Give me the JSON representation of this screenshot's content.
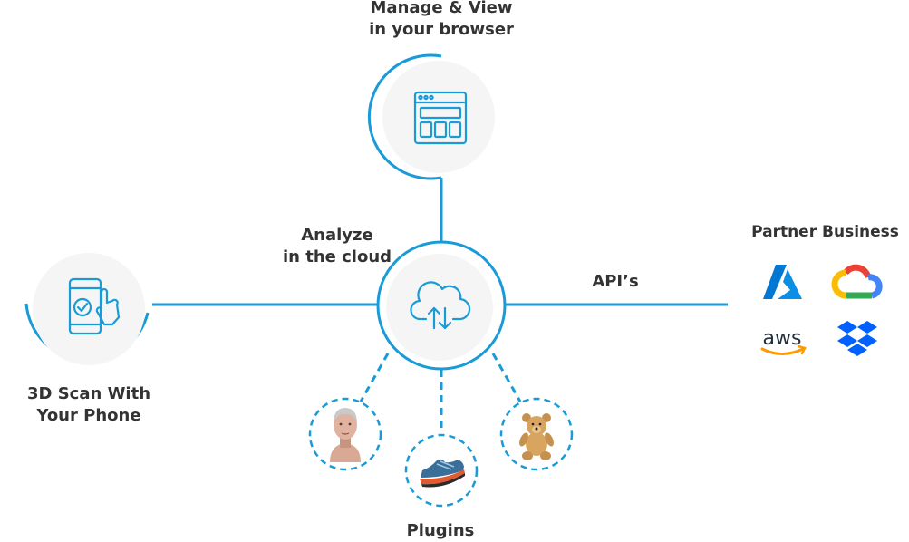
{
  "colors": {
    "accent": "#1a9bd7",
    "text": "#333333",
    "node_fill": "#f5f5f5",
    "azure": "#0078d4",
    "dropbox": "#0061ff",
    "aws_text": "#232f3e",
    "aws_smile": "#ff9900"
  },
  "nodes": {
    "browser": {
      "line1": "Manage & View",
      "line2": "in your browser",
      "icon": "browser-window-icon"
    },
    "cloud": {
      "line1": "Analyze",
      "line2": "in the cloud",
      "icon": "cloud-sync-icon"
    },
    "phone": {
      "line1": "3D Scan With",
      "line2": "Your Phone",
      "icon": "phone-tap-icon"
    }
  },
  "connections": {
    "api_label": "API’s"
  },
  "partner": {
    "title": "Partner Business",
    "logos": [
      "azure-logo",
      "google-cloud-logo",
      "aws-logo",
      "dropbox-logo"
    ],
    "aws_text": "aws"
  },
  "plugins": {
    "label": "Plugins",
    "items": [
      "face-scan-thumbnail",
      "sneaker-thumbnail",
      "teddy-bear-thumbnail"
    ]
  }
}
